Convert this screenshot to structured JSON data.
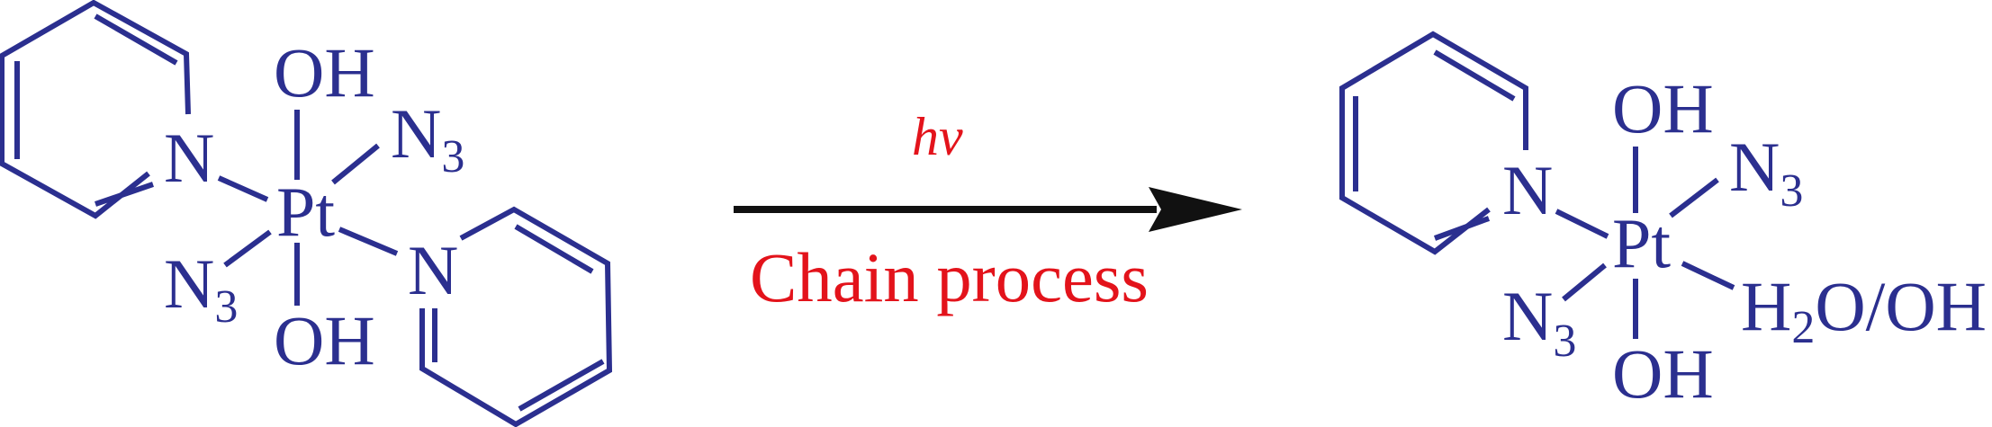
{
  "reactant": {
    "oh_top": "OH",
    "oh_bottom": "OH",
    "metal": "Pt",
    "pyridine_n_1": "N",
    "pyridine_n_2": "N",
    "azide_1": {
      "element": "N",
      "subscript": "3"
    },
    "azide_2": {
      "element": "N",
      "subscript": "3"
    }
  },
  "reaction": {
    "condition_above": "hv",
    "condition_below": "Chain process"
  },
  "product": {
    "oh_top": "OH",
    "oh_bottom": "OH",
    "metal": "Pt",
    "pyridine_n": "N",
    "azide_1": {
      "element": "N",
      "subscript": "3"
    },
    "azide_2": {
      "element": "N",
      "subscript": "3"
    },
    "aqua_ligand": {
      "prefix": "H",
      "subscript": "2",
      "suffix": "O/OH"
    }
  },
  "colors": {
    "structure": "#2b2f8f",
    "conditions": "#e3131b",
    "arrow": "#111111"
  }
}
